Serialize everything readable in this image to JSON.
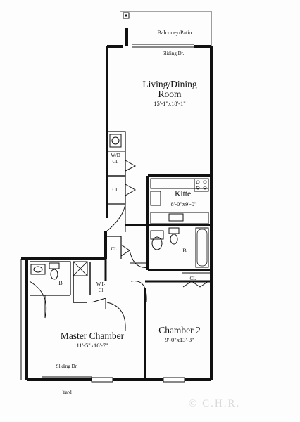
{
  "rooms": {
    "balcony": "Balconey/Patio",
    "sliding_top": "Sliding Dr.",
    "living_name_1": "Living/Dining",
    "living_name_2": "Room",
    "living_dims": "15'-1\"x18'-1\"",
    "wd": "W/D",
    "cl": "CL",
    "kitchen_name": "Kitte.",
    "kitchen_dims": "8'-0\"x9'-0\"",
    "bath": "B",
    "wic_1": "W.I-",
    "wic_2": "Cl",
    "master_name": "Master Chamber",
    "master_dims": "11'-5\"x16'-7\"",
    "chamber2_name": "Chamber 2",
    "chamber2_dims": "9'-0\"x13'-3\"",
    "sliding_bottom": "Sliding Dr.",
    "yard": "Yard"
  },
  "watermark": "© C.H.R."
}
